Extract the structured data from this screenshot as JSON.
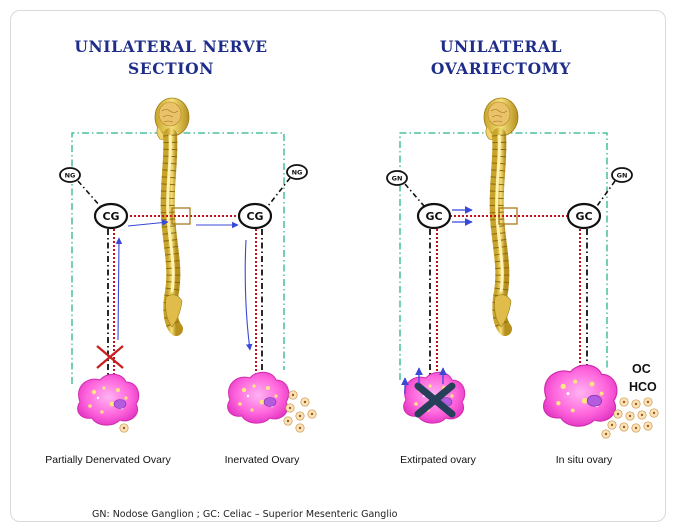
{
  "left_panel": {
    "title_line1": "UNILATERAL NERVE",
    "title_line2": "SECTION",
    "small_node_left": "NG",
    "small_node_right": "NG",
    "ganglion_left": "CG",
    "ganglion_right": "CG",
    "caption_left": "Partially Denervated Ovary",
    "caption_right": "Inervated Ovary"
  },
  "right_panel": {
    "title_line1": "UNILATERAL",
    "title_line2": "OVARIECTOMY",
    "small_node_left": "GN",
    "small_node_right": "GN",
    "ganglion_left": "GC",
    "ganglion_right": "GC",
    "label_oc": "OC",
    "label_hco": "HCO",
    "caption_left": "Extirpated ovary",
    "caption_right": "In situ ovary"
  },
  "footnote": "GN: Nodose Ganglion ; GC: Celiac – Superior  Mesenteric Ganglio",
  "colors": {
    "title": "#1f2d8a",
    "vagal_line": "#2bb58a",
    "sympathetic_line": "#c0101b",
    "blue_arrow": "#3848d8",
    "ovary": "#ff66dd",
    "cross": "#27405a",
    "x_mark": "#c81e1e",
    "spine": "#e4c84a"
  }
}
